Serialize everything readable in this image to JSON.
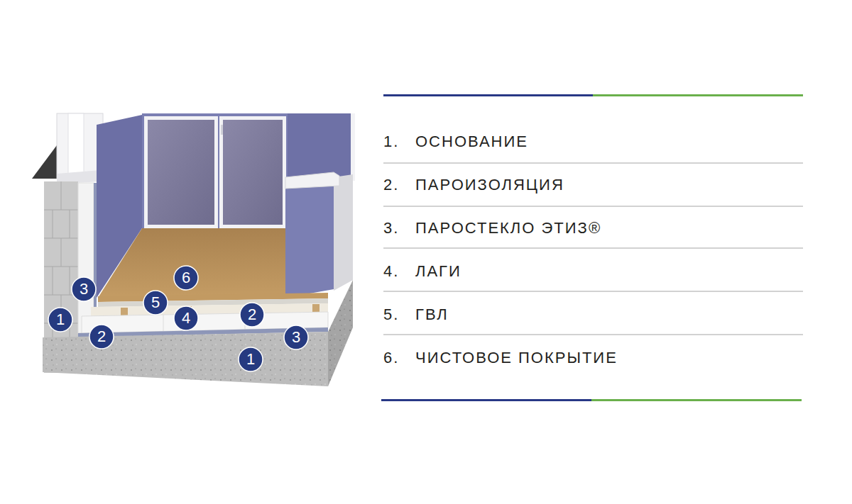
{
  "diagram": {
    "nodes": [
      {
        "text": [
          "6"
        ]
      },
      {
        "text": [
          "3"
        ]
      },
      {
        "text": [
          "5"
        ]
      },
      {
        "text": [
          "4"
        ]
      },
      {
        "text": [
          "2"
        ]
      },
      {
        "text": [
          "1"
        ]
      },
      {
        "text": [
          "2"
        ]
      },
      {
        "text": [
          "3"
        ]
      },
      {
        "text": [
          "1"
        ]
      }
    ],
    "labels": [
      "1.",
      "ОСНОВАНИЕ",
      "2.",
      "ПАРОИЗОЛЯЦИЯ",
      "3.",
      "ПАРОСТЕКЛО ЭТИЗ®",
      "4.",
      "ЛАГИ",
      "5.",
      "ГВЛ",
      "6.",
      "ЧИСТОВОЕ ПОКРЫТИЕ"
    ]
  }
}
